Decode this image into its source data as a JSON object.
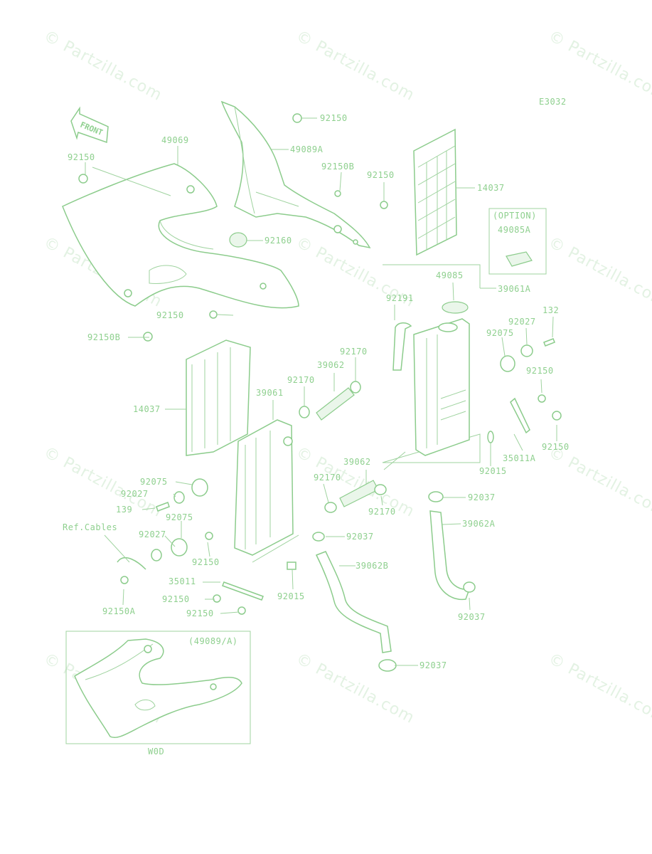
{
  "diagram": {
    "code": "E3032",
    "front_label": "FRONT",
    "option_box": {
      "title": "(OPTION)",
      "part": "49085A"
    },
    "inset_box": {
      "title": "(49089/A)",
      "caption": "W0D"
    },
    "ref_note": "Ref.Cables",
    "watermark": "© Partzilla.com",
    "labels": [
      "92150",
      "49069",
      "92150",
      "49089A",
      "92150B",
      "92150",
      "14037",
      "92160",
      "92150",
      "92150B",
      "49085",
      "39061A",
      "92191",
      "132",
      "92027",
      "92075",
      "92170",
      "39062",
      "92150",
      "92170",
      "39061",
      "14037",
      "92150",
      "35011A",
      "92015",
      "39062",
      "92075",
      "92170",
      "92027",
      "92037",
      "139",
      "92075",
      "92170",
      "39062A",
      "92027",
      "92037",
      "92150",
      "39062B",
      "35011",
      "92150",
      "92015",
      "92150",
      "92037",
      "92150A",
      "92037"
    ]
  }
}
